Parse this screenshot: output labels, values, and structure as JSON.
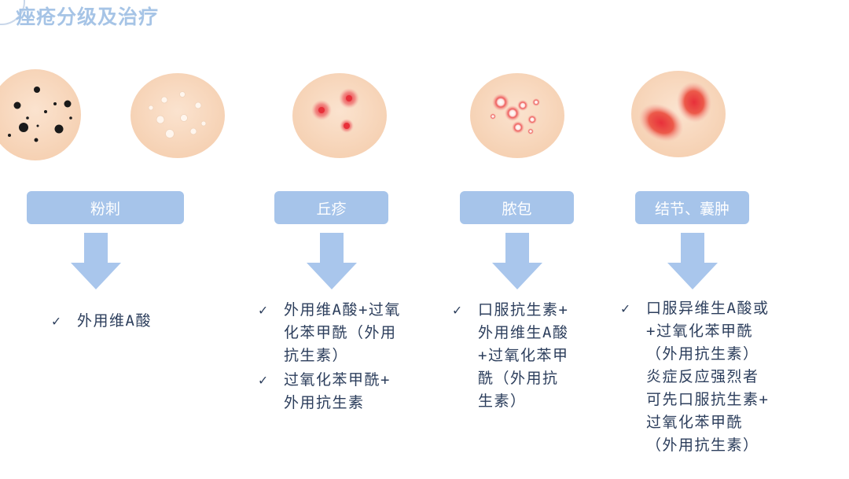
{
  "title": "痤疮分级及治疗",
  "colors": {
    "skin": "#f9d9c0",
    "label_bg": "#a6c4ea",
    "arrow": "#a9c6ec",
    "title": "#a6c4e6",
    "text": "#2c3e5c"
  },
  "stages": [
    {
      "label": "粉刺",
      "treatments": [
        {
          "check": "✓",
          "text": "外用维A酸"
        }
      ]
    },
    {
      "label": "丘疹",
      "treatments": [
        {
          "check": "✓",
          "text": "外用维A酸+过氧\n化苯甲酰（外用\n抗生素）"
        },
        {
          "check": "✓",
          "text": "过氧化苯甲酰+\n外用抗生素"
        }
      ]
    },
    {
      "label": "脓包",
      "treatments": [
        {
          "check": "✓",
          "text": "口服抗生素+\n外用维生A酸\n+过氧化苯甲\n酰（外用抗\n生素）"
        }
      ]
    },
    {
      "label": "结节、囊肿",
      "treatments": [
        {
          "check": "✓",
          "text": "口服异维生A酸或\n+过氧化苯甲酰\n（外用抗生素）\n炎症反应强烈者\n可先口服抗生素+\n过氧化苯甲酰\n（外用抗生素）"
        }
      ]
    }
  ]
}
